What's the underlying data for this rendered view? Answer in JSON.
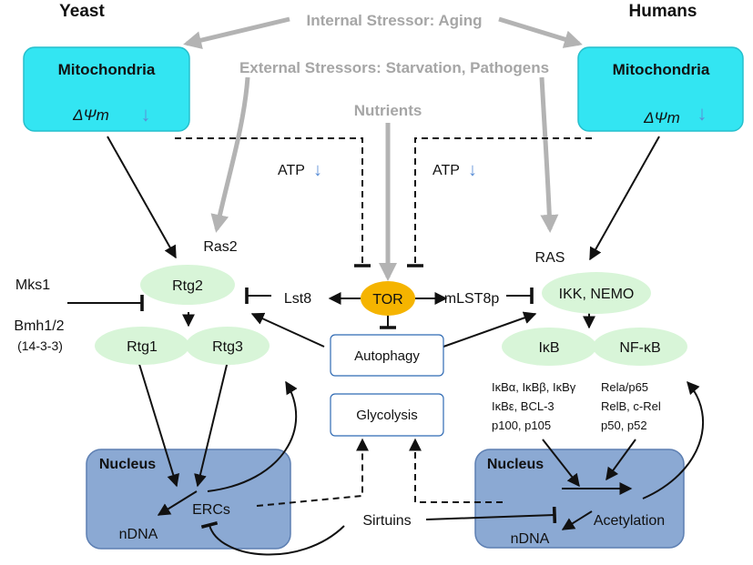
{
  "headers": {
    "left": "Yeast",
    "right": "Humans"
  },
  "stressors": {
    "internal": "Internal Stressor: Aging",
    "external": "External Stressors: Starvation, Pathogens",
    "nutrients": "Nutrients"
  },
  "mitochondria": {
    "label": "Mitochondria",
    "membrane_potential": "ΔΨm",
    "decrease_arrow": "↓"
  },
  "atp": {
    "label": "ATP",
    "decrease_arrow": "↓"
  },
  "yeast": {
    "ras": "Ras2",
    "mks1": "Mks1",
    "bmh": "Bmh1/2",
    "bmh_alias": "(14-3-3)",
    "rtg2": "Rtg2",
    "rtg1": "Rtg1",
    "rtg3": "Rtg3",
    "lst8": "Lst8",
    "nucleus": "Nucleus",
    "ercs": "ERCs",
    "ndna": "nDNA"
  },
  "center": {
    "tor": "TOR",
    "autophagy": "Autophagy",
    "glycolysis": "Glycolysis",
    "sirtuins": "Sirtuins"
  },
  "humans": {
    "ras": "RAS",
    "mlst8p": "mLST8p",
    "ikk": "IKK, NEMO",
    "ikb": "IκB",
    "nfkb": "NF-κB",
    "ikb_members": [
      "IκBα, IκBβ, IκBγ",
      "IκBε, BCL-3",
      "p100, p105"
    ],
    "nfkb_members": [
      "Rela/p65",
      "RelB, c-Rel",
      "p50, p52"
    ],
    "nucleus": "Nucleus",
    "acetylation": "Acetylation",
    "ndna": "nDNA"
  },
  "colors": {
    "mito_fill": "#33e5f2",
    "nucleus_fill": "#8ba9d3",
    "green_node": "#d8f5d8",
    "tor_fill": "#f5b400",
    "stressor_gray": "#b3b3b3",
    "down_arrow_blue": "#5a8ed6"
  }
}
